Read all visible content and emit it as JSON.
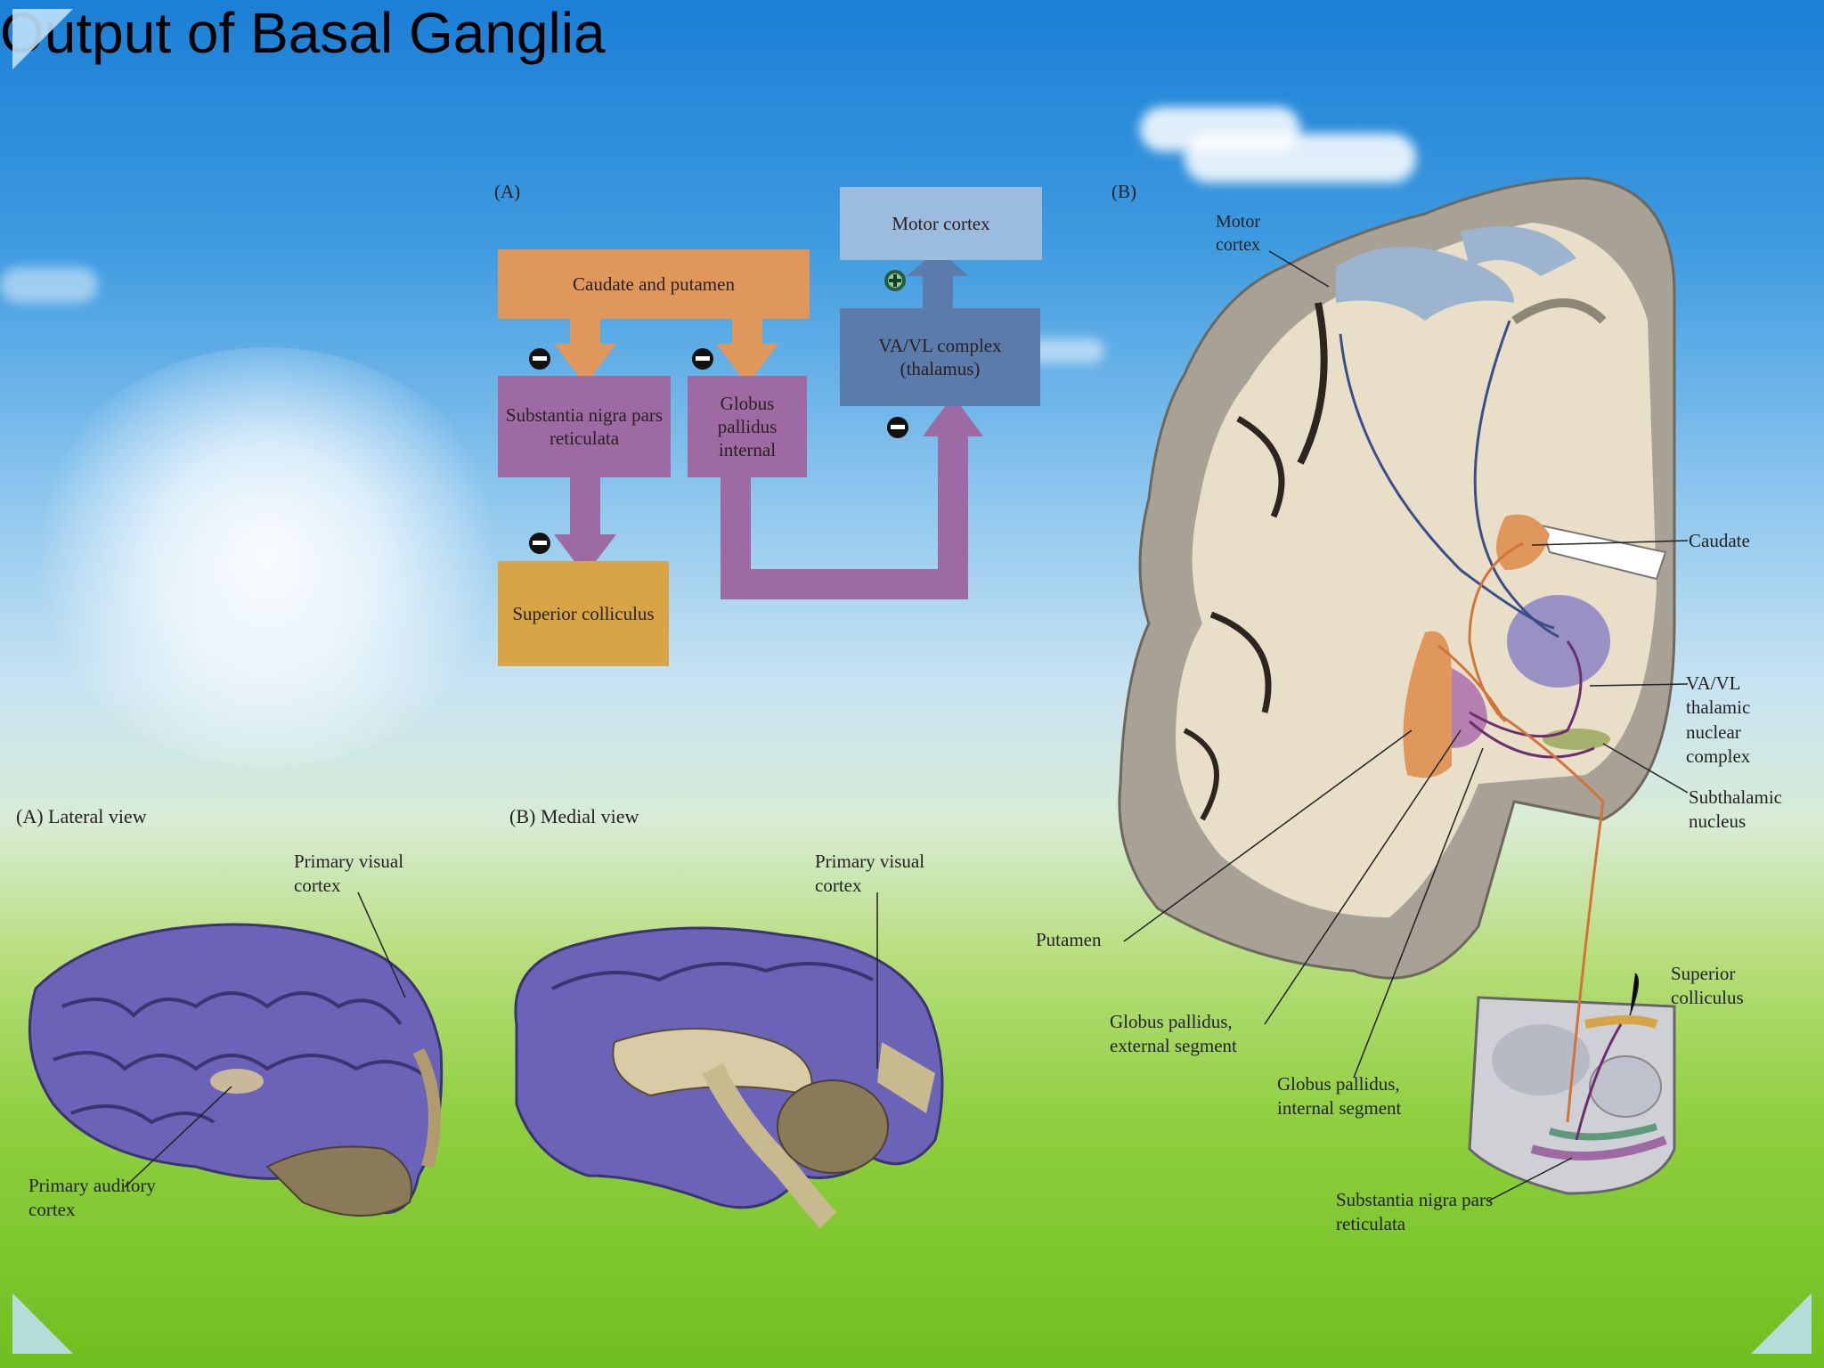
{
  "title": "Output of Basal Ganglia",
  "colors": {
    "striatum": "#e0975c",
    "output_nuclei": "#9d6aa4",
    "thalamus": "#5b7bab",
    "motor_cortex": "#9bbcdc",
    "superior_colliculus": "#d7a546",
    "brain_purple": "#6a63b8"
  },
  "panel_a": {
    "label": "(A)",
    "boxes": {
      "caudate_putamen": "Caudate and putamen",
      "snr": "Substantia nigra pars reticulata",
      "gpi": "Globus pallidus internal",
      "superior_colliculus": "Superior colliculus",
      "vavl": "VA/VL complex (thalamus)",
      "motor_cortex": "Motor cortex"
    },
    "signs": {
      "inhibitory": "−",
      "excitatory": "+"
    }
  },
  "panel_b": {
    "label": "(B)",
    "labels": {
      "motor_cortex": "Motor cortex",
      "caudate": "Caudate",
      "vavl": "VA/VL thalamic nuclear complex",
      "subthalamic": "Subthalamic nucleus",
      "putamen": "Putamen",
      "gpe": "Globus pallidus, external segment",
      "gpi": "Globus pallidus, internal segment",
      "superior_colliculus": "Superior colliculus",
      "snr": "Substantia nigra pars reticulata"
    }
  },
  "lower_left": {
    "lateral_view": "(A)  Lateral view",
    "medial_view": "(B)  Medial view",
    "primary_visual_cortex": "Primary visual cortex",
    "primary_auditory_cortex": "Primary auditory cortex"
  }
}
